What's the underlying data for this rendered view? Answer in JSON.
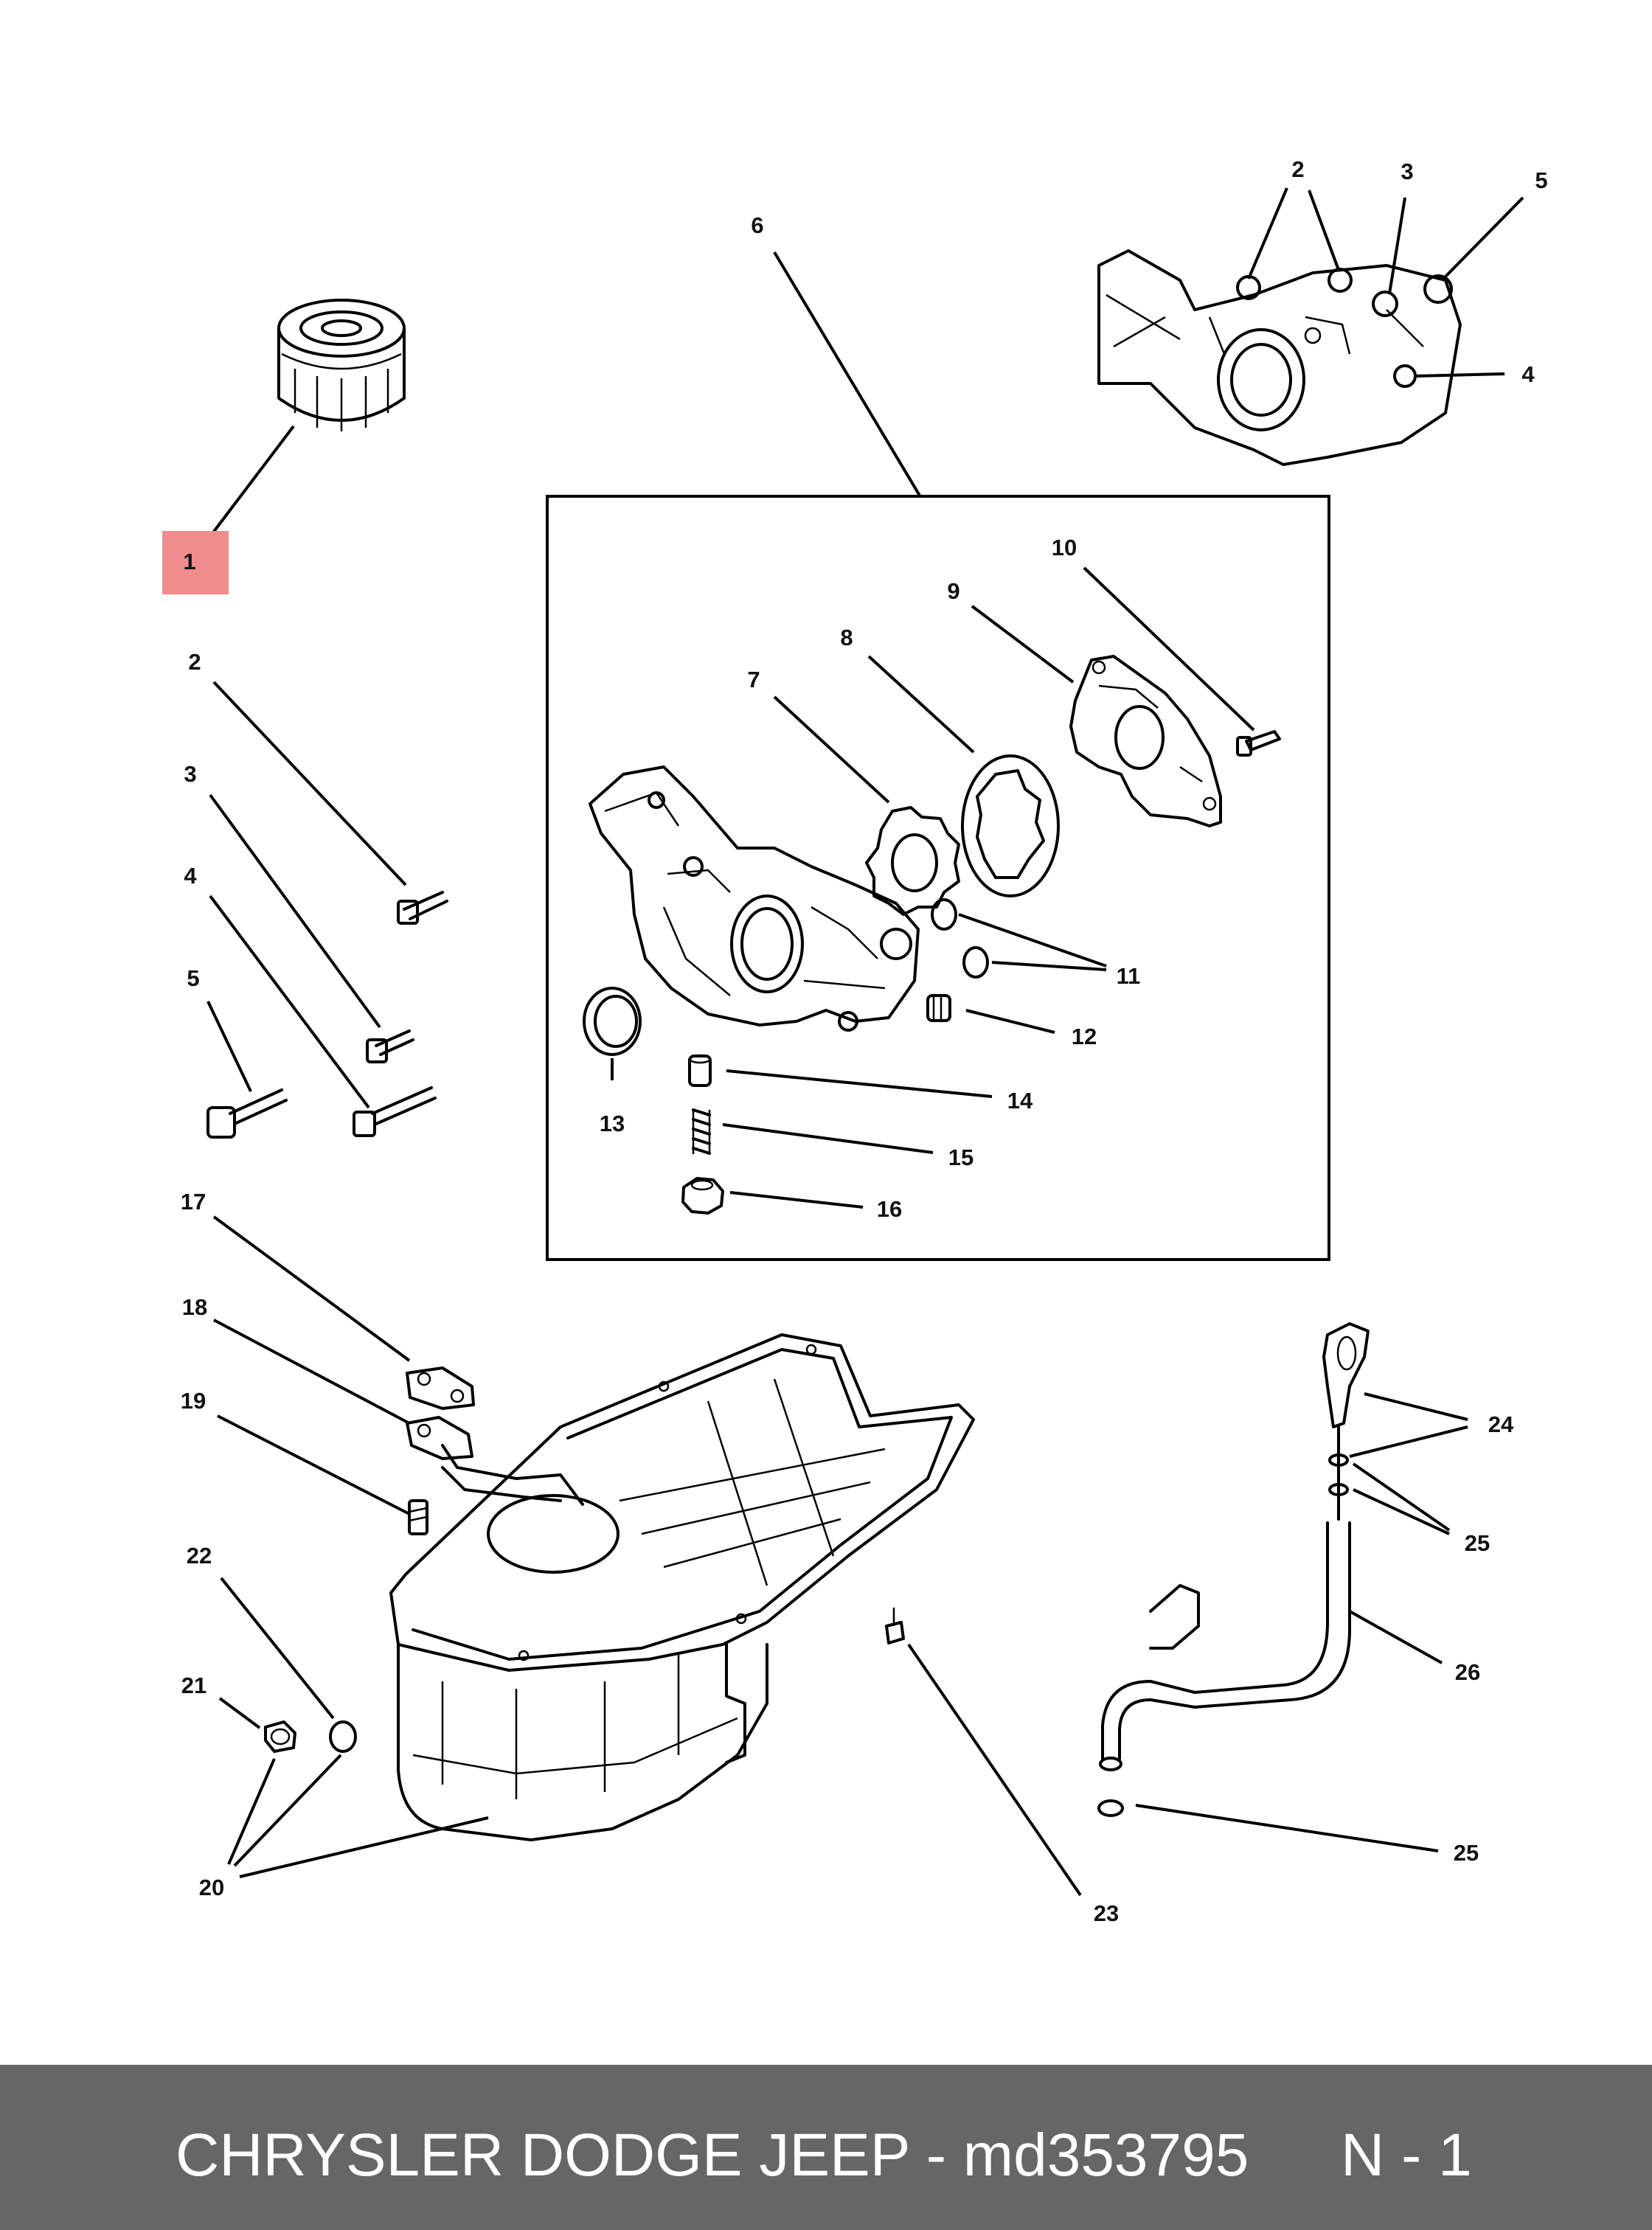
{
  "callouts": {
    "c1": "1",
    "c2a": "2",
    "c3a": "3",
    "c4a": "4",
    "c5a": "5",
    "c6": "6",
    "c2b": "2",
    "c3b": "3",
    "c4b": "4",
    "c5b": "5",
    "c7": "7",
    "c8": "8",
    "c9": "9",
    "c10": "10",
    "c11": "11",
    "c12": "12",
    "c13": "13",
    "c14": "14",
    "c15": "15",
    "c16": "16",
    "c17": "17",
    "c18": "18",
    "c19": "19",
    "c20": "20",
    "c21": "21",
    "c22": "22",
    "c23": "23",
    "c24": "24",
    "c25a": "25",
    "c25b": "25",
    "c26": "26"
  },
  "highlight": {
    "callout": "1",
    "color": "#f08c8c"
  },
  "footer": {
    "title": "CHRYSLER DODGE JEEP - md353795",
    "page": "N - 1",
    "background": "#666666",
    "text_color": "#ffffff"
  }
}
